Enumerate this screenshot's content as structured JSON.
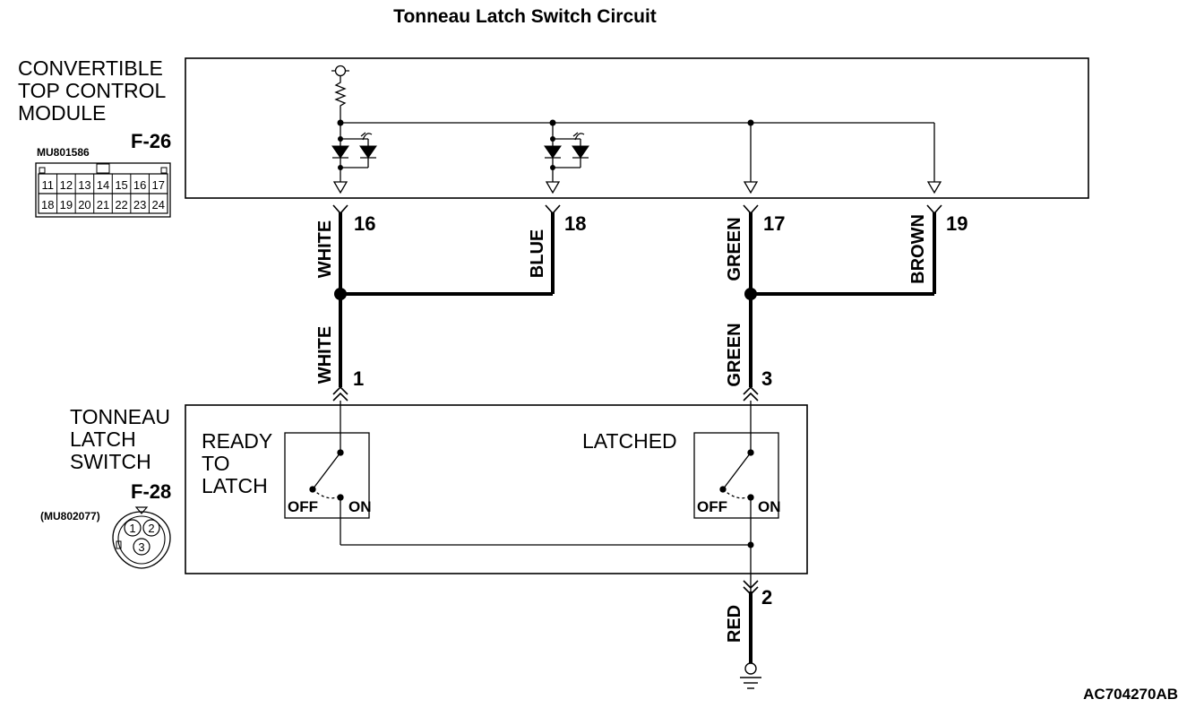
{
  "title": "Tonneau Latch Switch Circuit",
  "module": {
    "name_lines": [
      "CONVERTIBLE",
      "TOP CONTROL",
      "MODULE"
    ],
    "connector_id": "F-26",
    "part_number": "MU801586",
    "cavities_top": [
      "11",
      "12",
      "13",
      "14",
      "15",
      "16",
      "17"
    ],
    "cavities_bottom": [
      "18",
      "19",
      "20",
      "21",
      "22",
      "23",
      "24"
    ]
  },
  "module_pins": [
    {
      "pin": "16",
      "color": "WHITE"
    },
    {
      "pin": "18",
      "color": "BLUE"
    },
    {
      "pin": "17",
      "color": "GREEN"
    },
    {
      "pin": "19",
      "color": "BROWN"
    }
  ],
  "switch": {
    "name_lines": [
      "TONNEAU",
      "LATCH",
      "SWITCH"
    ],
    "connector_id": "F-28",
    "part_number": "(MU802077)",
    "cavities": [
      "1",
      "2",
      "3"
    ],
    "pins": [
      {
        "pin": "1",
        "color": "WHITE"
      },
      {
        "pin": "3",
        "color": "GREEN"
      },
      {
        "pin": "2",
        "color": "RED"
      }
    ],
    "contacts": [
      {
        "label_lines": [
          "READY",
          "TO",
          "LATCH"
        ],
        "off": "OFF",
        "on": "ON"
      },
      {
        "label_lines": [
          "LATCHED"
        ],
        "off": "OFF",
        "on": "ON"
      }
    ]
  },
  "figure_code": "AC704270AB"
}
